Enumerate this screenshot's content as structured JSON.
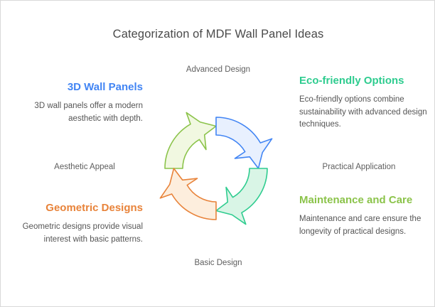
{
  "title": "Categorization of MDF Wall Panel Ideas",
  "stages": {
    "top": "Advanced Design",
    "right": "Practical Application",
    "bottom": "Basic Design",
    "left": "Aesthetic Appeal"
  },
  "blocks": {
    "three_d": {
      "heading": "3D Wall Panels",
      "body": "3D wall panels offer a modern aesthetic with depth.",
      "color": "#4285f4"
    },
    "geometric": {
      "heading": "Geometric Designs",
      "body": "Geometric designs provide visual interest with basic patterns.",
      "color": "#e8833a"
    },
    "eco": {
      "heading": "Eco-friendly Options",
      "body": "Eco-friendly options combine sustainability with advanced design techniques.",
      "color": "#2ecc8f"
    },
    "maintenance": {
      "heading": "Maintenance and Care",
      "body": "Maintenance and care ensure the longevity of practical designs.",
      "color": "#8bc34a"
    }
  },
  "chart_data": {
    "type": "cycle-diagram",
    "title": "Categorization of MDF Wall Panel Ideas",
    "segment_count": 4,
    "direction": "clockwise",
    "center": [
      108,
      108
    ],
    "outer_radius": 72,
    "inner_radius": 47,
    "segments": [
      {
        "name": "3D Wall Panels",
        "quadrant": "top-left",
        "start_angle_deg": 180,
        "end_angle_deg": 270,
        "stroke": "#8bc34a",
        "fill": "#f1f8e1",
        "stage_label": "Advanced Design"
      },
      {
        "name": "Eco-friendly Options",
        "quadrant": "top-right",
        "start_angle_deg": 270,
        "end_angle_deg": 360,
        "stroke": "#4285f4",
        "fill": "#e8f0fe",
        "stage_label": "Practical Application"
      },
      {
        "name": "Maintenance and Care",
        "quadrant": "bottom-right",
        "start_angle_deg": 0,
        "end_angle_deg": 90,
        "stroke": "#2ecc8f",
        "fill": "#d9f5e6",
        "stage_label": "Basic Design"
      },
      {
        "name": "Geometric Designs",
        "quadrant": "bottom-left",
        "start_angle_deg": 90,
        "end_angle_deg": 180,
        "stroke": "#e8833a",
        "fill": "#fdeedd",
        "stage_label": "Aesthetic Appeal"
      }
    ],
    "background": "#ffffff",
    "title_color": "#4a4a4a",
    "label_color": "#5e5e5e",
    "body_color": "#555555"
  }
}
